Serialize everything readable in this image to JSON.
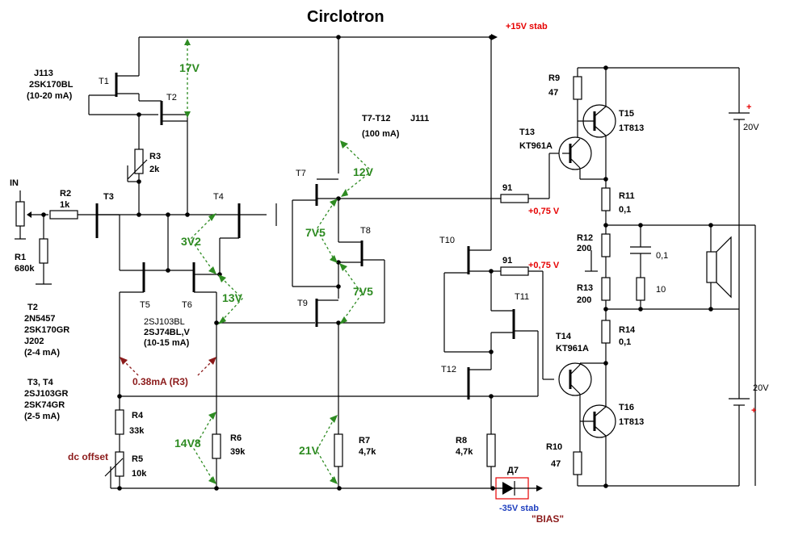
{
  "title": "Circlotron",
  "rails": {
    "pos": "+15V stab",
    "neg": "-35V stab",
    "bias": "\"BIAS\""
  },
  "input": "IN",
  "dc_offset": "dc offset",
  "groups": {
    "t1t2_type": "J113",
    "t1t2_part": "2SK170BL",
    "t1t2_cur": "(10-20 mA)",
    "t2_note": "T2",
    "t2_l1": "2N5457",
    "t2_l2": "2SK170GR",
    "t2_l3": "J202",
    "t2_l4": "(2-4 mA)",
    "t3t4_note": "T3, T4",
    "t3t4_l1": "2SJ103GR",
    "t3t4_l2": "2SK74GR",
    "t3t4_l3": "(2-5 mA)",
    "t5t6_l1": "2SJ103BL",
    "t5t6_l2": "2SJ74BL,V",
    "t5t6_l3": "(10-15 mA)",
    "t7t12": "T7-T12",
    "j111": "J111",
    "t7t12_cur": "(100 mA)"
  },
  "transistors": {
    "T1": "T1",
    "T2": "T2",
    "T3": "T3",
    "T4": "T4",
    "T5": "T5",
    "T6": "T6",
    "T7": "T7",
    "T8": "T8",
    "T9": "T9",
    "T10": "T10",
    "T11": "T11",
    "T12": "T12",
    "T13": "T13",
    "T13_type": "KT961A",
    "T14": "T14",
    "T14_type": "KT961A",
    "T15": "T15",
    "T15_type": "1T813",
    "T16": "T16",
    "T16_type": "1T813"
  },
  "resistors": {
    "R1": "R1",
    "R1v": "680k",
    "R2": "R2",
    "R2v": "1k",
    "R3": "R3",
    "R3v": "2k",
    "R4": "R4",
    "R4v": "33k",
    "R5": "R5",
    "R5v": "10k",
    "R6": "R6",
    "R6v": "39k",
    "R7": "R7",
    "R7v": "4,7k",
    "R8": "R8",
    "R8v": "4,7k",
    "R9": "R9",
    "R9v": "47",
    "R10": "R10",
    "R10v": "47",
    "R11": "R11",
    "R11v": "0,1",
    "R12": "R12",
    "R12v": "200",
    "R13": "R13",
    "R13v": "200",
    "R14": "R14",
    "R14v": "0,1",
    "r91a": "91",
    "r91b": "91",
    "c01": "0,1",
    "r10": "10"
  },
  "diode": "Д7",
  "voltages": {
    "v17": "17V",
    "v12": "12V",
    "v3v2": "3V2",
    "v13": "13V",
    "v7v5a": "7V5",
    "v7v5b": "7V5",
    "v14v8": "14V8",
    "v21": "21V",
    "v075a": "+0,75 V",
    "v075b": "+0,75 V",
    "bat1": "20V",
    "bat2": "20V",
    "plus1": "+",
    "plus2": "+"
  },
  "current_note": "0.38mA (R3)",
  "colors": {
    "red": "#e60000",
    "green": "#2e8b22",
    "maroon": "#8b1a1a",
    "blue": "#1f3fbf"
  }
}
